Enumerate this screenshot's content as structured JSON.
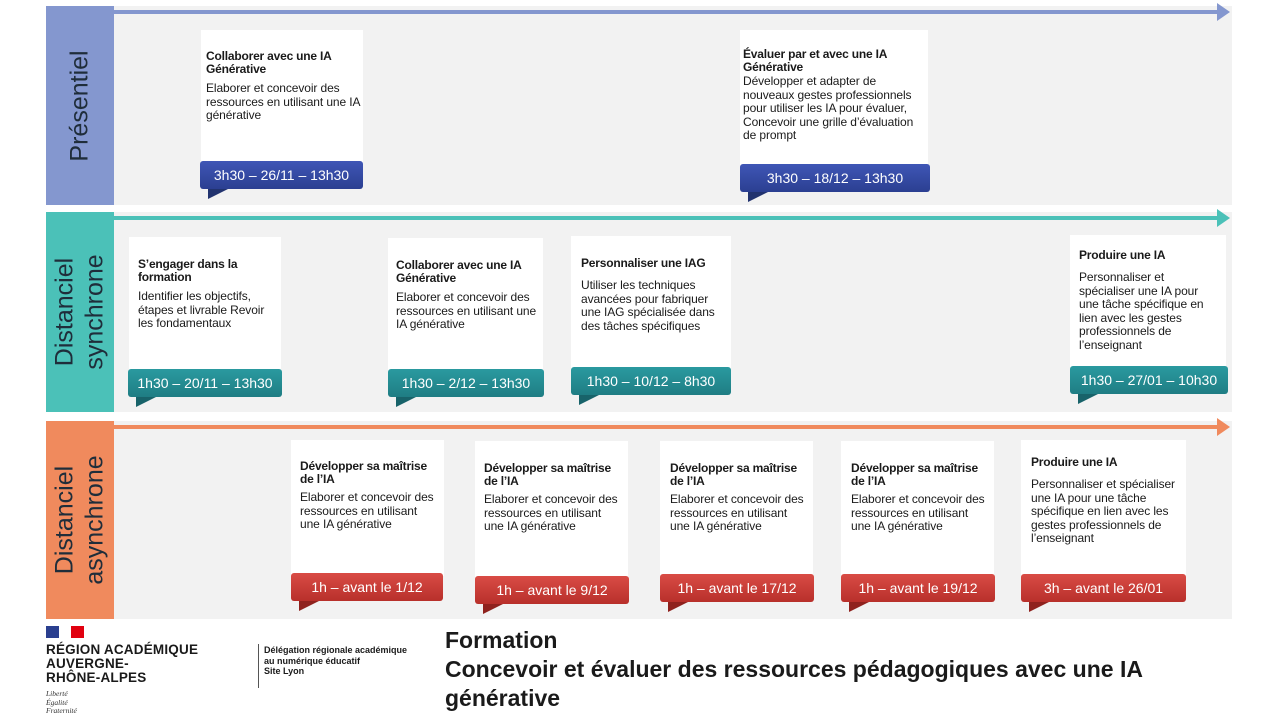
{
  "colors": {
    "presentiel": "#8497cf",
    "synchrone": "#4bc1b8",
    "asynchrone": "#f08a5d",
    "background": "#f2f2f2"
  },
  "lanes": {
    "presentiel": "Présentiel",
    "synchrone_line1": "Distanciel",
    "synchrone_line2": "synchrone",
    "asynchrone_line1": "Distanciel",
    "asynchrone_line2": "asynchrone"
  },
  "presentiel": [
    {
      "title": "Collaborer avec une IA Générative",
      "desc": "Elaborer et concevoir des ressources en utilisant une IA générative",
      "tag": "3h30 – 26/11 – 13h30"
    },
    {
      "title": "Évaluer par et avec une IA Générative",
      "desc": "Développer et adapter de nouveaux gestes professionnels pour utiliser les IA pour évaluer, Concevoir une grille d’évaluation de prompt",
      "tag": "3h30 – 18/12 – 13h30"
    }
  ],
  "synchrone": [
    {
      "title": "S’engager dans la formation",
      "desc": "Identifier les objectifs, étapes et livrable Revoir les fondamentaux",
      "tag": "1h30 – 20/11 – 13h30"
    },
    {
      "title": "Collaborer avec une IA Générative",
      "desc": "Elaborer et concevoir des ressources en utilisant une IA générative",
      "tag": "1h30 – 2/12 – 13h30"
    },
    {
      "title": "Personnaliser une IAG",
      "desc": "Utiliser les techniques avancées pour fabriquer une IAG spécialisée dans des tâches spécifiques",
      "tag": "1h30 – 10/12 – 8h30"
    },
    {
      "title": "Produire une IA",
      "desc": "Personnaliser et spécialiser une IA pour une tâche spécifique en lien avec les gestes professionnels de l’enseignant",
      "tag": "1h30 – 27/01 – 10h30"
    }
  ],
  "asynchrone": [
    {
      "title": "Développer sa maîtrise de l’IA",
      "desc": "Elaborer et concevoir des ressources en utilisant une IA générative",
      "tag": "1h – avant le 1/12"
    },
    {
      "title": "Développer sa maîtrise de l’IA",
      "desc": "Elaborer et concevoir des ressources en utilisant une IA générative",
      "tag": "1h – avant le 9/12"
    },
    {
      "title": "Développer sa maîtrise de l’IA",
      "desc": "Elaborer et concevoir des ressources en utilisant une IA générative",
      "tag": "1h – avant le 17/12"
    },
    {
      "title": "Développer sa maîtrise de l’IA",
      "desc": "Elaborer et concevoir des ressources en utilisant une IA générative",
      "tag": "1h – avant le 19/12"
    },
    {
      "title": "Produire une IA",
      "desc": "Personnaliser et spécialiser une IA pour une tâche spécifique en lien avec les gestes professionnels de l’enseignant",
      "tag": "3h – avant le 26/01"
    }
  ],
  "footer": {
    "region_line1": "RÉGION ACADÉMIQUE",
    "region_line2": "AUVERGNE-",
    "region_line3": "RHÔNE-ALPES",
    "motto1": "Liberté",
    "motto2": "Égalité",
    "motto3": "Fraternité",
    "delegation1": "Délégation régionale académique",
    "delegation2": "au numérique éducatif",
    "delegation3": "Site Lyon",
    "formation": "Formation",
    "title_line1": "Concevoir et évaluer des ressources pédagogiques avec une IA",
    "title_line2": "générative"
  }
}
